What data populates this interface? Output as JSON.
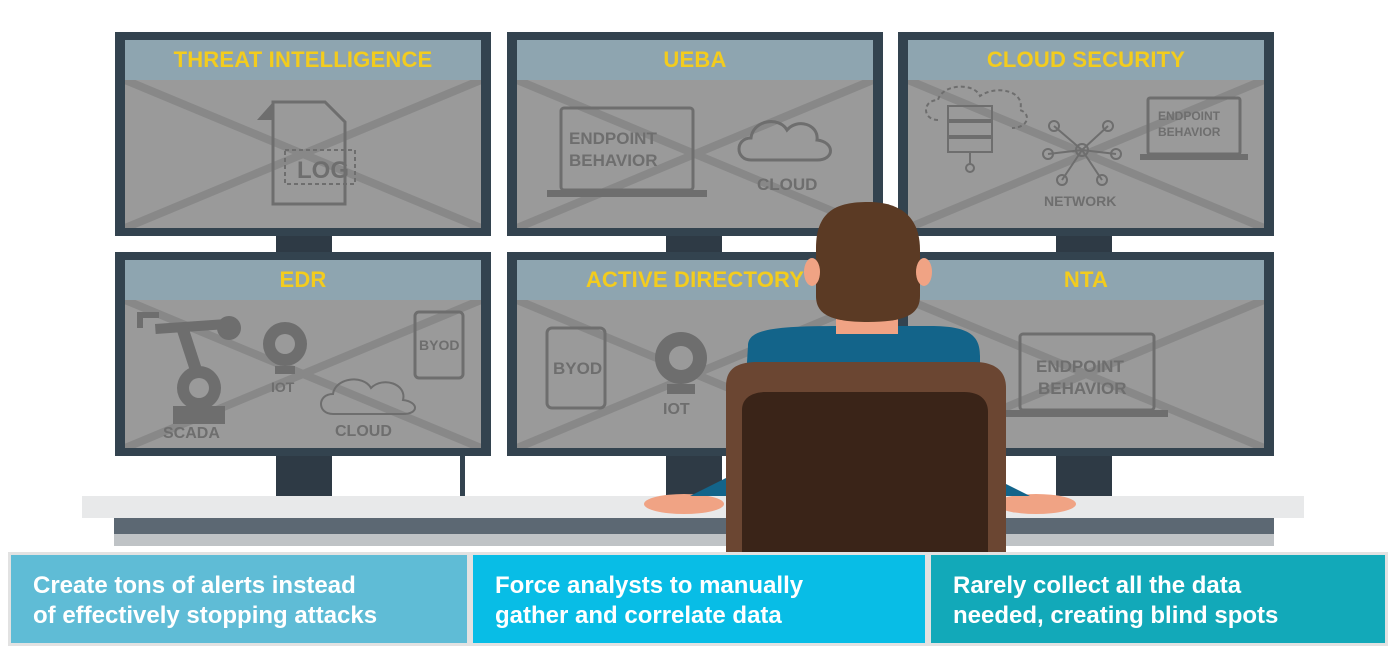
{
  "monitors": [
    {
      "title": "THREAT INTELLIGENCE",
      "icon_labels": [
        "LOG"
      ]
    },
    {
      "title": "UEBA",
      "icon_labels": [
        "ENDPOINT",
        "BEHAVIOR",
        "CLOUD"
      ]
    },
    {
      "title": "CLOUD SECURITY",
      "icon_labels": [
        "ENDPOINT",
        "BEHAVIOR",
        "NETWORK"
      ]
    },
    {
      "title": "EDR",
      "icon_labels": [
        "IOT",
        "BYOD",
        "SCADA",
        "CLOUD"
      ]
    },
    {
      "title": "ACTIVE DIRECTORY",
      "icon_labels": [
        "BYOD",
        "IOT"
      ]
    },
    {
      "title": "NTA",
      "icon_labels": [
        "ENDPOINT",
        "BEHAVIOR"
      ]
    }
  ],
  "captions": [
    {
      "line1": "Create tons of alerts instead",
      "line2": "of effectively stopping attacks",
      "color": "#5fbcd6"
    },
    {
      "line1": "Force analysts to manually",
      "line2": "gather and correlate data",
      "color": "#08bde6"
    },
    {
      "line1": "Rarely collect all the data",
      "line2": "needed, creating blind spots",
      "color": "#12a9b9"
    }
  ],
  "colors": {
    "title_text": "#f3cc1e",
    "monitor_frame": "#33434f",
    "screen": "#9a9a9a",
    "title_bar": "#8ea5b0"
  }
}
